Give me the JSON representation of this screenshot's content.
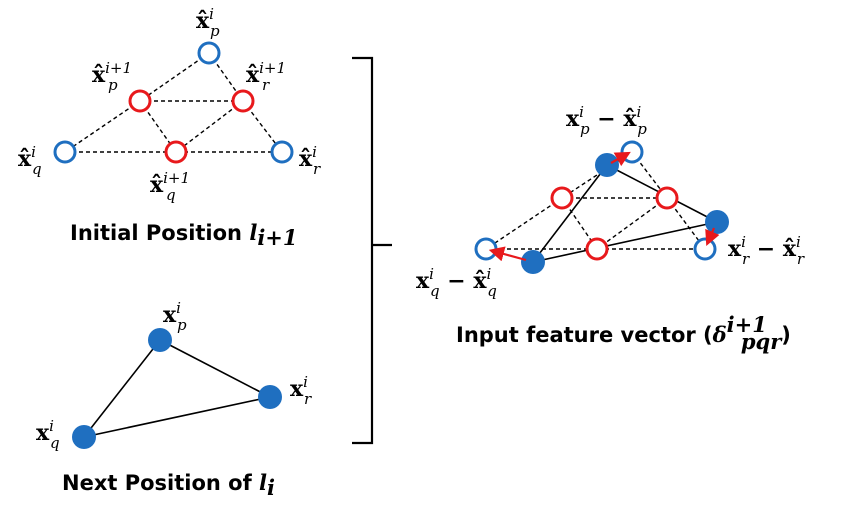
{
  "panels": {
    "initial": {
      "caption": "Initial Position ",
      "caption_math": "l",
      "caption_sub": "i+1",
      "labels": {
        "p_hat": {
          "base": "x̂",
          "sup": "i",
          "sub": "p"
        },
        "q_hat": {
          "base": "x̂",
          "sup": "i",
          "sub": "q"
        },
        "r_hat": {
          "base": "x̂",
          "sup": "i",
          "sub": "r"
        },
        "p_hat_next": {
          "base": "x̂",
          "sup": "i+1",
          "sub": "p"
        },
        "q_hat_next": {
          "base": "x̂",
          "sup": "i+1",
          "sub": "q"
        },
        "r_hat_next": {
          "base": "x̂",
          "sup": "i+1",
          "sub": "r"
        }
      }
    },
    "next": {
      "caption": "Next Position of ",
      "caption_math": "l",
      "caption_sub": "i",
      "labels": {
        "p": {
          "base": "x",
          "sup": "i",
          "sub": "p"
        },
        "q": {
          "base": "x",
          "sup": "i",
          "sub": "q"
        },
        "r": {
          "base": "x",
          "sup": "i",
          "sub": "r"
        }
      }
    },
    "feature": {
      "caption": "Input feature vector (",
      "caption_math": "δ",
      "caption_sup": "i+1",
      "caption_sub": "pqr",
      "caption_close": ")",
      "labels": {
        "p_diff": {
          "a": "x",
          "b": "x̂",
          "sup": "i",
          "sub": "p",
          "op": " − "
        },
        "q_diff": {
          "a": "x",
          "b": "x̂",
          "sup": "i",
          "sub": "q",
          "op": " − "
        },
        "r_diff": {
          "a": "x",
          "b": "x̂",
          "sup": "i",
          "sub": "r",
          "op": " − "
        }
      }
    }
  },
  "colors": {
    "blue": "#1f6fc0",
    "red": "#e8191c",
    "black": "#000000"
  }
}
